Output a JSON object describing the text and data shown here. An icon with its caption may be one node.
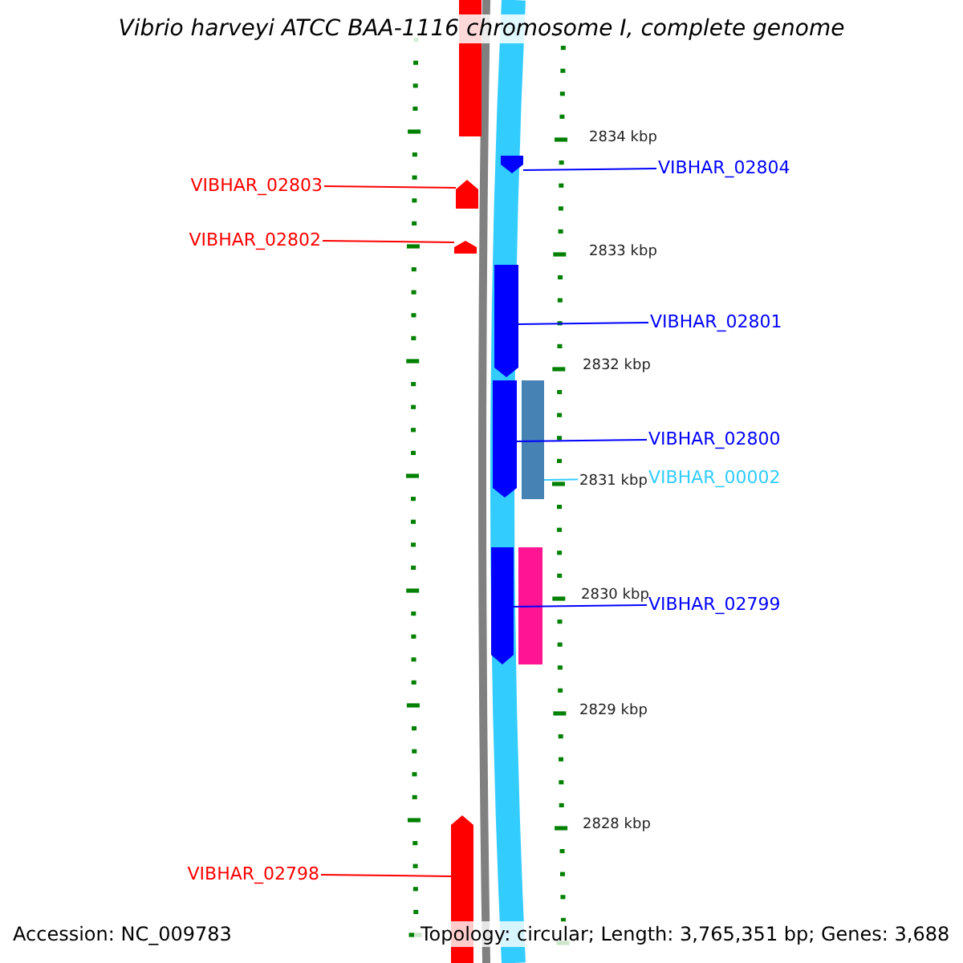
{
  "diagram": {
    "title": "Vibrio harveyi ATCC BAA-1116 chromosome I, complete genome",
    "nodes": [
      {
        "text": [
          "VIBHAR_02804"
        ]
      },
      {
        "text": [],
        "shape": "bar"
      },
      {
        "text": [
          "VIBHAR_02803"
        ]
      },
      {
        "text": [],
        "shape": "bar"
      },
      {
        "text": [
          "VIBHAR_02802"
        ]
      },
      {
        "text": [],
        "shape": "bar"
      },
      {
        "text": [
          "VIBHAR_02801"
        ]
      },
      {
        "text": [],
        "shape": "bar"
      },
      {
        "text": [
          "VIBHAR_02800"
        ]
      },
      {
        "text": [],
        "shape": "bar"
      },
      {
        "text": [
          "VIBHAR_00002"
        ]
      },
      {
        "text": [],
        "shape": "bar"
      },
      {
        "text": [
          "VIBHAR_02799"
        ]
      },
      {
        "text": [],
        "shape": "bar"
      },
      {
        "text": [
          "VIBHAR_02798"
        ]
      },
      {
        "text": [],
        "shape": "bar"
      }
    ],
    "edges": [
      {
        "from": 0,
        "to": 1,
        "arrow": "none"
      },
      {
        "from": 2,
        "to": 3,
        "arrow": "none",
        "color": "#ff0000"
      },
      {
        "from": 4,
        "to": 5,
        "arrow": "none",
        "color": "#ff0000"
      },
      {
        "from": 6,
        "to": 7,
        "arrow": "none"
      },
      {
        "from": 8,
        "to": 9,
        "arrow": "none"
      },
      {
        "from": 10,
        "to": 11,
        "arrow": "none",
        "color": "#33ccff"
      },
      {
        "from": 12,
        "to": 13,
        "arrow": "none"
      },
      {
        "from": 14,
        "to": 15,
        "arrow": "none",
        "color": "#ff0000"
      }
    ],
    "labels": [
      "2834 kbp",
      "2833 kbp",
      "2832 kbp",
      "2831 kbp",
      "2830 kbp",
      "2829 kbp",
      "2828 kbp",
      "Accession: NC_009783",
      "Topology: circular; Length: 3,765,351 bp; Genes: 3,688"
    ]
  }
}
